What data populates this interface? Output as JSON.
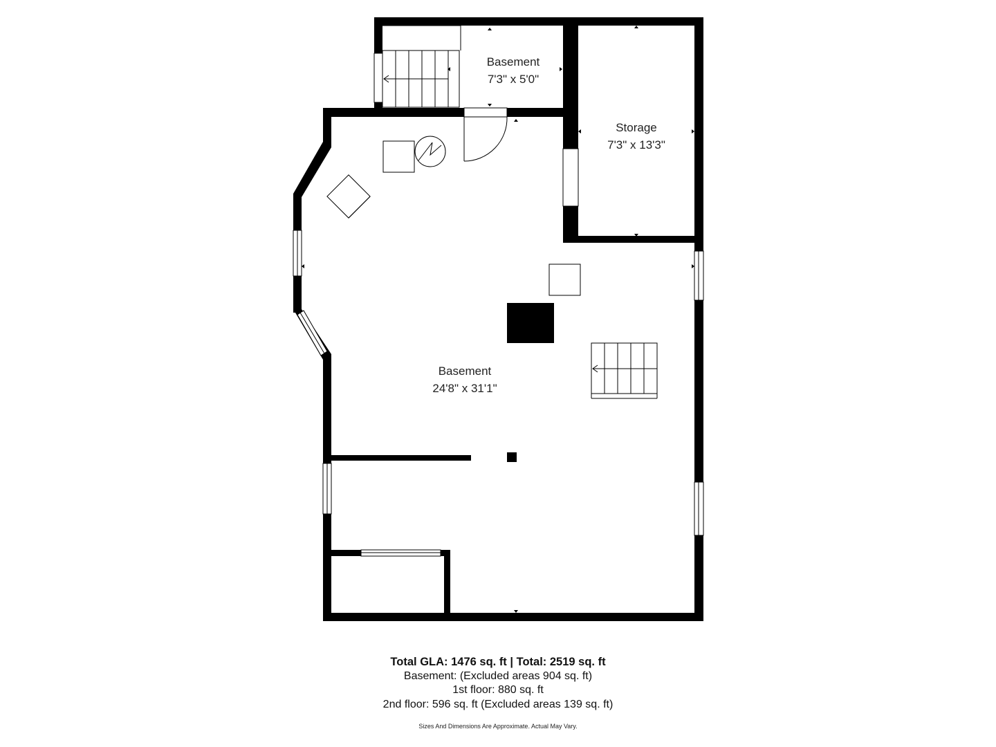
{
  "rooms": {
    "basement_small": {
      "name": "Basement",
      "dims": "7'3\" x 5'0\""
    },
    "storage": {
      "name": "Storage",
      "dims": "7'3\" x 13'3\""
    },
    "basement_main": {
      "name": "Basement",
      "dims": "24'8\" x 31'1\""
    }
  },
  "summary": {
    "total_line": "Total GLA: 1476 sq. ft | Total: 2519 sq. ft",
    "basement_line": "Basement: (Excluded areas 904 sq. ft)",
    "first_floor_line": "1st floor: 880 sq. ft",
    "second_floor_line": "2nd floor: 596 sq. ft (Excluded areas 139 sq. ft)"
  },
  "disclaimer": "Sizes And Dimensions Are Approximate. Actual May Vary.",
  "colors": {
    "wall": "#000000",
    "background": "#ffffff"
  }
}
